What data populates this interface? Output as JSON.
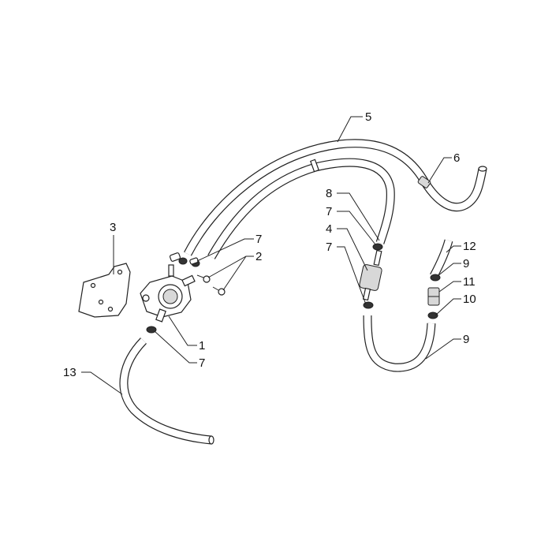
{
  "diagram": {
    "callouts": [
      {
        "id": "c1",
        "label": "1"
      },
      {
        "id": "c2",
        "label": "2"
      },
      {
        "id": "c3",
        "label": "3"
      },
      {
        "id": "c4",
        "label": "4"
      },
      {
        "id": "c5",
        "label": "5"
      },
      {
        "id": "c6",
        "label": "6"
      },
      {
        "id": "c7a",
        "label": "7"
      },
      {
        "id": "c7b",
        "label": "7"
      },
      {
        "id": "c7c",
        "label": "7"
      },
      {
        "id": "c7d",
        "label": "7"
      },
      {
        "id": "c8",
        "label": "8"
      },
      {
        "id": "c9",
        "label": "9"
      },
      {
        "id": "c10a",
        "label": "10"
      },
      {
        "id": "c10b",
        "label": "10"
      },
      {
        "id": "c11",
        "label": "11"
      },
      {
        "id": "c12",
        "label": "12"
      },
      {
        "id": "c13",
        "label": "13"
      }
    ],
    "colors": {
      "line": "#222222",
      "background": "#ffffff"
    }
  }
}
